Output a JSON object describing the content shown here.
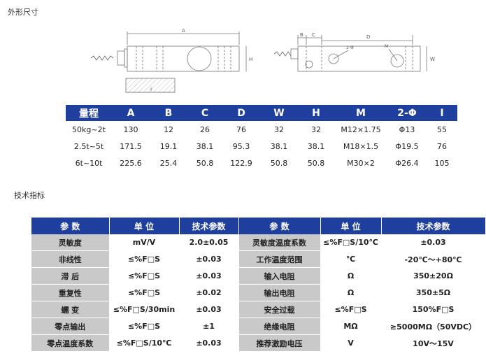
{
  "section1_title": "外形尺寸",
  "section2_title": "技术指标",
  "drawing_labels": {
    "a": "A",
    "i": "I",
    "h": "H",
    "b": "B",
    "c": "C",
    "d": "D",
    "w": "W",
    "phi": "2-Φ",
    "m": "M"
  },
  "dims_table": {
    "headers": [
      "量程",
      "A",
      "B",
      "C",
      "D",
      "W",
      "H",
      "M",
      "2-Φ",
      "I"
    ],
    "rows": [
      [
        "50kg~2t",
        "130",
        "12",
        "26",
        "76",
        "32",
        "32",
        "M12×1.75",
        "Φ13",
        "55"
      ],
      [
        "2.5t~5t",
        "171.5",
        "19.1",
        "38.1",
        "95.3",
        "38.1",
        "38.1",
        "M18×1.5",
        "Φ19.5",
        "76"
      ],
      [
        "6t~10t",
        "225.6",
        "25.4",
        "50.8",
        "122.9",
        "50.8",
        "50.8",
        "M30×2",
        "Φ26.4",
        "105"
      ]
    ]
  },
  "specs_table": {
    "headers": [
      "参 数",
      "单 位",
      "技术参数",
      "参 数",
      "单 位",
      "技术参数"
    ],
    "rows": [
      [
        "灵敏度",
        "mV/V",
        "2.0±0.05",
        "灵敏度温度系数",
        "≤%F□S/10℃",
        "±0.03"
      ],
      [
        "非线性",
        "≤%F□S",
        "±0.03",
        "工作温度范围",
        "℃",
        "-20℃～+80℃"
      ],
      [
        "滞 后",
        "≤%F□S",
        "±0.03",
        "输入电阻",
        "Ω",
        "350±20Ω"
      ],
      [
        "重复性",
        "≤%F□S",
        "±0.02",
        "输出电阻",
        "Ω",
        "350±5Ω"
      ],
      [
        "蠕 变",
        "≤%F□S/30min",
        "±0.03",
        "安全过载",
        "≤%F□S",
        "150%F□S"
      ],
      [
        "零点输出",
        "≤%F□S",
        "±1",
        "绝缘电阻",
        "MΩ",
        "≥5000MΩ（50VDC）"
      ],
      [
        "零点温度系数",
        "≤%F□S/10℃",
        "±0.03",
        "推荐激励电压",
        "V",
        "10V～15V"
      ]
    ]
  }
}
